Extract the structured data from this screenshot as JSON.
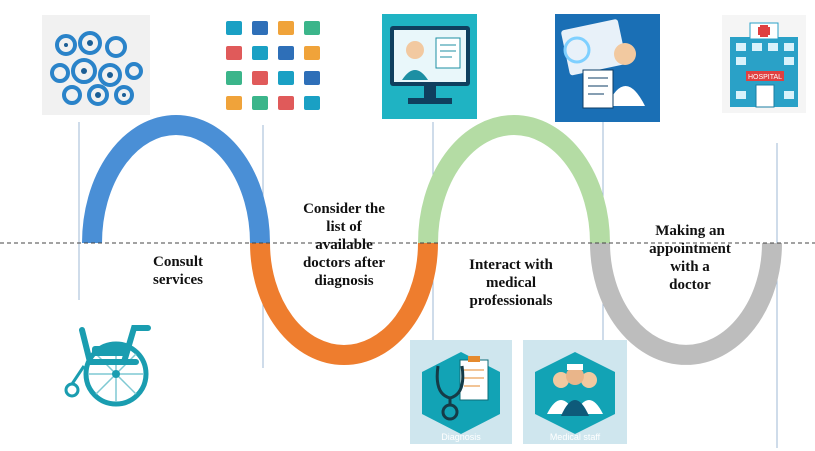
{
  "steps": [
    {
      "id": "consult",
      "lines": [
        "Consult",
        "services"
      ],
      "color": "#4a8fd6"
    },
    {
      "id": "consider",
      "lines": [
        "Consider the",
        "list of",
        "available",
        "doctors after",
        "diagnosis"
      ],
      "color": "#ee7d2e"
    },
    {
      "id": "interact",
      "lines": [
        "Interact with",
        "medical",
        "professionals"
      ],
      "color": "#b4dca4"
    },
    {
      "id": "appointment",
      "lines": [
        "Making an",
        "appointment",
        "with a",
        "doctor"
      ],
      "color": "#bdbdbd"
    }
  ],
  "images": {
    "gears": "gears-icon",
    "telemedicine_grid": "telemedicine-icon-grid",
    "monitor_doctor": "online-doctor-monitor-icon",
    "remote_consult": "remote-consult-icon",
    "hospital": "hospital-building-icon",
    "wheelchair": "wheelchair-icon",
    "hospital_sign": "HOSPITAL"
  },
  "cards": {
    "diagnosis": "Diagnosis",
    "medical_staff": "Medical staff"
  },
  "colors": {
    "dashed_line": "#444444",
    "connector": "#9fb8d6",
    "card_bg": "#cfe6ee",
    "hexagon": "#12a3b5"
  }
}
